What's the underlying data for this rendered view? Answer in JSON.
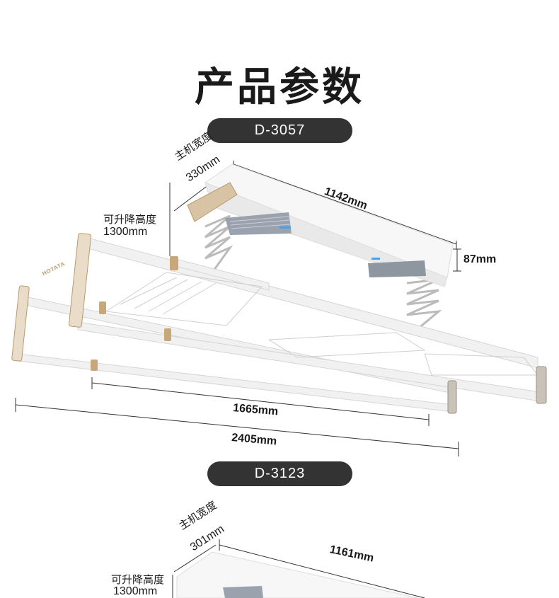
{
  "page_title": "产品参数",
  "products": [
    {
      "model": "D-3057",
      "host_width_label": "主机宽度",
      "host_width_value": "330mm",
      "host_length": "1142mm",
      "host_height": "87mm",
      "lift_height_label": "可升降高度",
      "lift_height_value": "1300mm",
      "inner_length": "1665mm",
      "total_length": "2405mm",
      "brand_mark": "HOTATA"
    },
    {
      "model": "D-3123",
      "host_width_label": "主机宽度",
      "host_width_value": "301mm",
      "host_length": "1161mm",
      "lift_height_label": "可升降高度",
      "lift_height_value": "1300mm"
    }
  ],
  "colors": {
    "pill_bg": "#333333",
    "gold_accent": "#c8a87a",
    "frame_white": "#f4f4f4"
  }
}
